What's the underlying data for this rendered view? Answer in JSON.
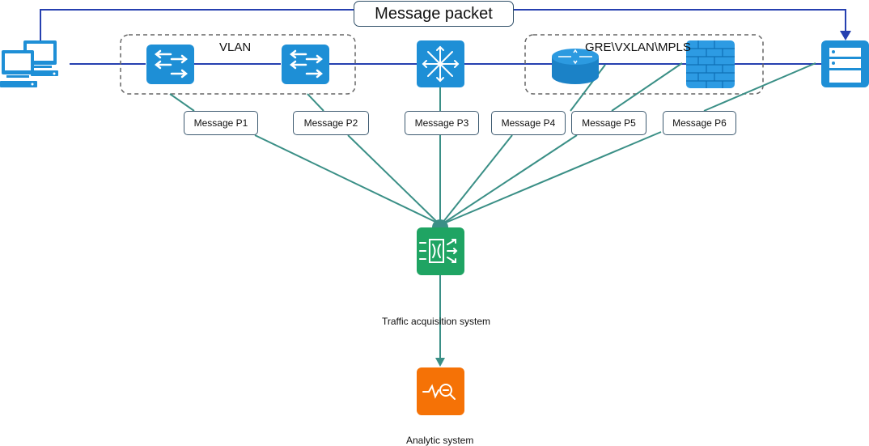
{
  "title": "Message packet",
  "groups": {
    "vlan": "VLAN",
    "tunnel": "GRE\\VXLAN\\MPLS"
  },
  "messages": [
    "Message P1",
    "Message P2",
    "Message P3",
    "Message P4",
    "Message P5",
    "Message P6"
  ],
  "nodes": {
    "acquisition": "Traffic acquisition system",
    "analytic": "Analytic system"
  },
  "colors": {
    "device_blue": "#1e8fd6",
    "link_blue": "#2640b0",
    "mirror_teal": "#3a8f86",
    "acquisition_green": "#1fa463",
    "analytic_orange": "#f57206"
  }
}
